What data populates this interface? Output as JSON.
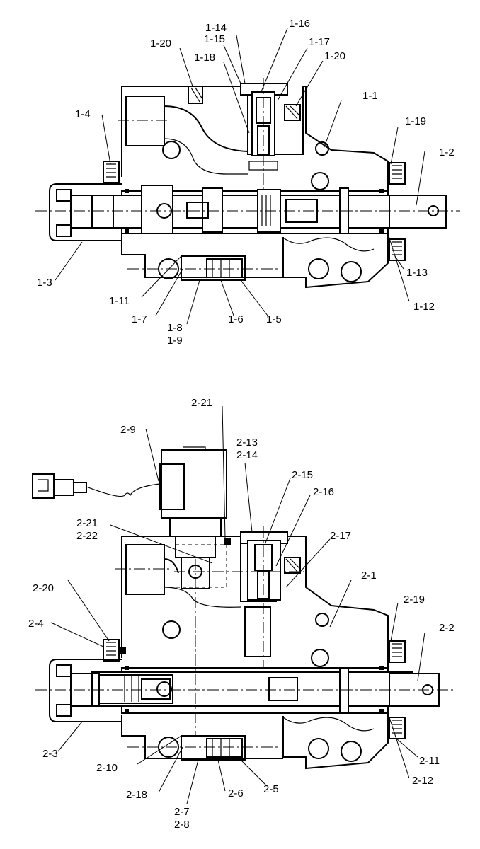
{
  "top_view": {
    "labels": [
      "1-1",
      "1-2",
      "1-3",
      "1-4",
      "1-5",
      "1-6",
      "1-7",
      "1-8",
      "1-9",
      "1-11",
      "1-12",
      "1-13",
      "1-14",
      "1-15",
      "1-16",
      "1-17",
      "1-18",
      "1-19",
      "1-20",
      "1-20"
    ]
  },
  "bottom_view": {
    "labels": [
      "2-1",
      "2-2",
      "2-3",
      "2-4",
      "2-5",
      "2-6",
      "2-7",
      "2-8",
      "2-9",
      "2-10",
      "2-11",
      "2-12",
      "2-13",
      "2-14",
      "2-15",
      "2-16",
      "2-17",
      "2-18",
      "2-19",
      "2-20",
      "2-21",
      "2-21",
      "2-22"
    ]
  }
}
